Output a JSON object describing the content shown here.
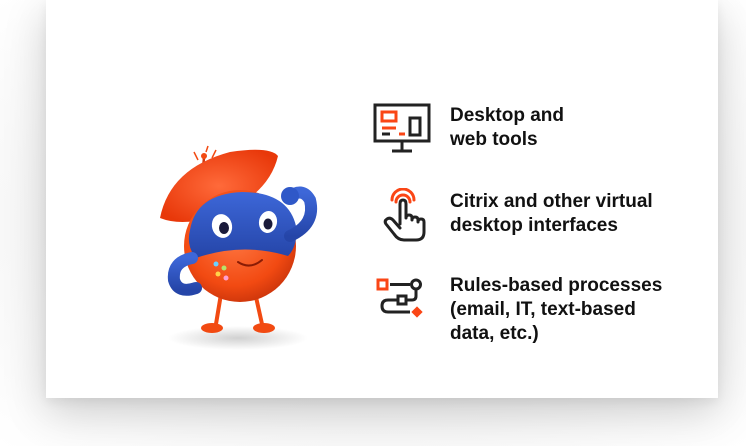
{
  "features": [
    {
      "icon": "desktop-monitor-icon",
      "text": "Desktop and\nweb tools"
    },
    {
      "icon": "touch-hand-icon",
      "text": "Citrix and other virtual\ndesktop interfaces"
    },
    {
      "icon": "process-flow-icon",
      "text": "Rules-based processes\n(email, IT, text-based\ndata, etc.)"
    }
  ],
  "colors": {
    "accent": "#fa4616",
    "icon_dark": "#222222",
    "robot_blue": "#2f58c8",
    "text": "#111111"
  }
}
